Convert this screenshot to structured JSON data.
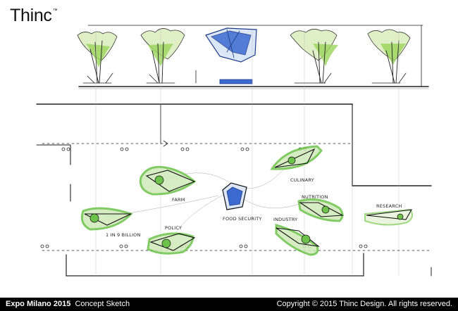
{
  "brand": {
    "name": "Thinc",
    "trademark": "™"
  },
  "labels": {
    "culinary": "CULINARY",
    "farm": "FARM",
    "nutrition": "NUTRITION",
    "research": "RESEARCH",
    "food_security": "FOOD SECURITY",
    "industry": "INDUSTRY",
    "policy": "POLICY",
    "one_in_nine": "1 IN 9 BILLION"
  },
  "footer": {
    "title": "Expo Milano 2015",
    "subtitle": "Concept Sketch",
    "copyright": "Copyright © 2015 Thinc Design. All rights reserved."
  },
  "colors": {
    "footer_bg": "#000000",
    "green": "#6cc24a",
    "blue": "#2f5bb3"
  }
}
